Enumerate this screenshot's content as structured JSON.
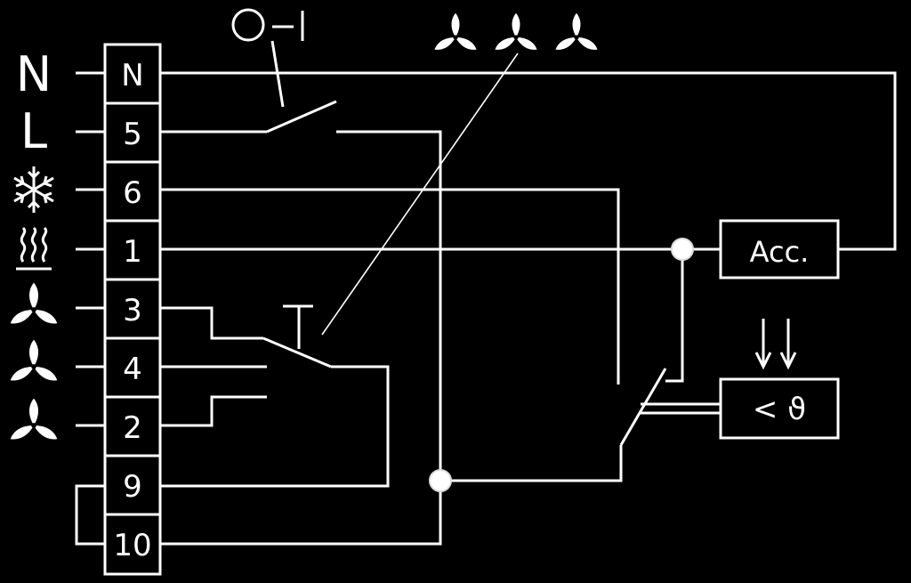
{
  "left_labels": {
    "neutral": "N",
    "live": "L"
  },
  "terminals": [
    "N",
    "5",
    "6",
    "1",
    "3",
    "4",
    "2",
    "9",
    "10"
  ],
  "switch_label": "O–I",
  "accessory_label": "Acc.",
  "thermostat_label": "< ϑ",
  "icons": {
    "cooling": "snowflake-icon",
    "heating": "heat-waves-icon",
    "fan": "fan-icon"
  }
}
